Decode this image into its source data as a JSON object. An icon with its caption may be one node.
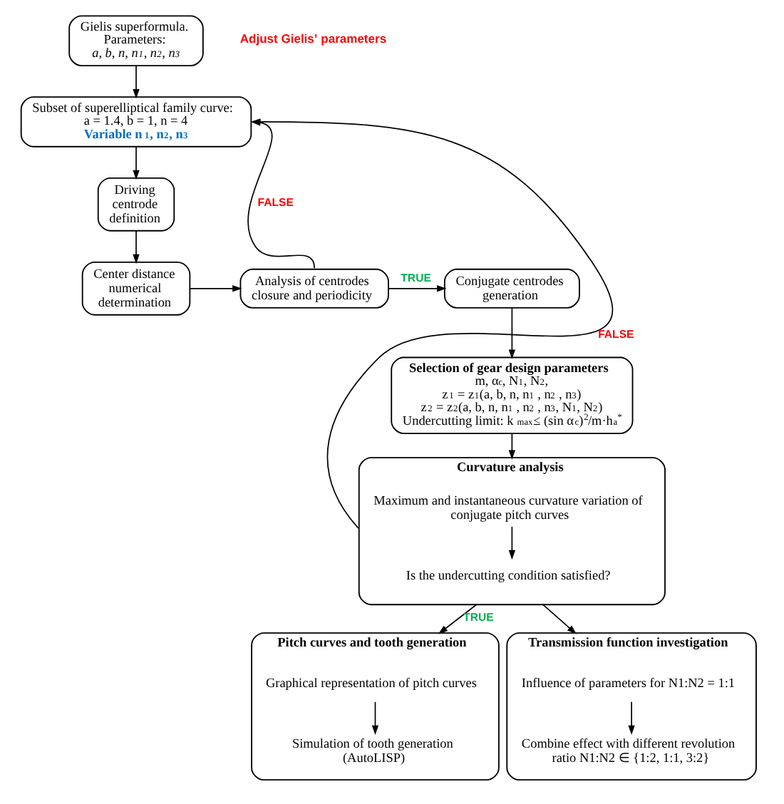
{
  "diagram": {
    "nodes": [
      {
        "text": [
          "Gielis superformula. Parameters:",
          "a, b, n, n$_{1}$, n$_{2}$, n$_{3}$"
        ]
      },
      {
        "text": [
          "Subset of superelliptical family curve: a = 1.4, b = 1, n = 4",
          "Variable n$_{1}$, n$_{2}$, n$_{3}$"
        ]
      },
      {
        "text": [
          "Driving centrode definition"
        ]
      },
      {
        "text": [
          "Center distance numerical determination"
        ]
      },
      {
        "text": [
          "Analysis of centrodes closure and periodicity"
        ]
      },
      {
        "text": [
          "Conjugate centrodes generation"
        ]
      },
      {
        "text": [
          "Selection of gear design parameters",
          "m, α$_{c}$, N$_{1}$, N$_{2}$,",
          "z$_{1}$ = z$_{1}$(a, b, n, n$_{1}$ , n$_{2}$ , n$_{3}$)",
          "z$_{2}$ = z$_{2}$(a, b, n, n$_{1}$ , n$_{2}$ , n$_{3}$, N$_{1}$, N$_{2}$)",
          "Undercutting limit: k$_{max}$≤ (sin α$_{c}$)$^{2}$/m·h$_{a}$$^{*}$"
        ]
      },
      {
        "text": [
          "Curvature analysis"
        ]
      },
      {
        "text": [
          "Maximum and instantaneous curvature variation of conjugate pitch curves"
        ],
        "in": 7
      },
      {
        "text": [
          "Is the undercutting condition satisfied?"
        ],
        "in": 7
      },
      {
        "text": [
          "Pitch curves and tooth generation"
        ]
      },
      {
        "text": [
          "Graphical representation of pitch curves"
        ],
        "in": 10
      },
      {
        "text": [
          "Simulation of tooth generation (AutoLISP)"
        ],
        "in": 10
      },
      {
        "text": [
          "Transmission function investigation"
        ]
      },
      {
        "text": [
          "Influence of parameters for N1:N2 = 1:1"
        ],
        "in": 13
      },
      {
        "text": [
          "Combine effect with different revolution ratio N1:N2 ∈ {1:2, 1:1, 3:2}"
        ],
        "in": 13
      }
    ],
    "edges": [
      {
        "from": 0,
        "to": 1,
        "arrow": "to"
      },
      {
        "from": 1,
        "to": 2,
        "arrow": "to"
      },
      {
        "from": 2,
        "to": 3,
        "arrow": "to"
      },
      {
        "from": 3,
        "to": 4,
        "arrow": "to"
      },
      {
        "from": 4,
        "to": 5,
        "arrow": "to",
        "label": "TRUE"
      },
      {
        "from": 4,
        "to": 1,
        "arrow": "to",
        "label": "FALSE"
      },
      {
        "from": 5,
        "to": 6,
        "arrow": "to"
      },
      {
        "from": 6,
        "to": 7,
        "arrow": "to"
      },
      {
        "from": 8,
        "to": 9,
        "arrow": "to"
      },
      {
        "from": 7,
        "to": 1,
        "arrow": "to",
        "label": "FALSE"
      },
      {
        "from": 7,
        "to": 10,
        "arrow": "to",
        "label": "TRUE"
      },
      {
        "from": 7,
        "to": 13,
        "arrow": "to"
      },
      {
        "from": 11,
        "to": 12,
        "arrow": "to"
      },
      {
        "from": 14,
        "to": 15,
        "arrow": "to"
      }
    ],
    "labels": [
      "Adjust Gielis’ parameters"
    ]
  }
}
